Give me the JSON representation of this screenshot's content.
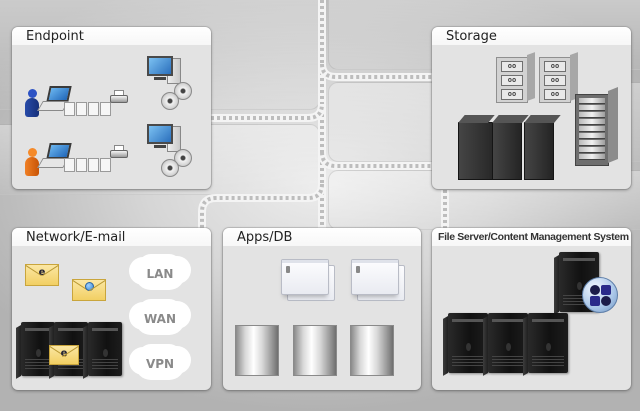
{
  "diagram": {
    "type": "architecture-overview",
    "panels": [
      {
        "id": "endpoint",
        "title": "Endpoint",
        "icons": [
          "user-blue-icon",
          "laptop-icon",
          "document-icon",
          "document-icon",
          "document-icon",
          "document-icon",
          "printer-icon",
          "user-orange-icon",
          "laptop-icon",
          "document-icon",
          "document-icon",
          "document-icon",
          "document-icon",
          "printer-icon",
          "desktop-computer-icon",
          "optical-disc-icon",
          "optical-disc-icon",
          "desktop-computer-icon",
          "optical-disc-icon",
          "optical-disc-icon"
        ]
      },
      {
        "id": "storage",
        "title": "Storage",
        "icons": [
          "disk-array-icon",
          "disk-array-icon",
          "rack-storage-icon",
          "server-tower-icon",
          "server-tower-icon",
          "server-tower-icon"
        ]
      },
      {
        "id": "network-email",
        "title": "Network/E-mail",
        "icons": [
          "email-envelope-icon",
          "email-envelope-icon",
          "server-tower-icon",
          "server-tower-icon",
          "server-tower-icon",
          "email-envelope-icon"
        ],
        "clouds": [
          "LAN",
          "WAN",
          "VPN"
        ],
        "envelope_mark": "e"
      },
      {
        "id": "apps-db",
        "title": "Apps/DB",
        "icons": [
          "application-window-icon",
          "application-window-icon",
          "database-cylinder-icon",
          "database-cylinder-icon",
          "database-cylinder-icon"
        ]
      },
      {
        "id": "file-server-cms",
        "title": "File Server/Content Management System",
        "icons": [
          "server-tower-icon",
          "cms-badge-icon",
          "server-tower-icon",
          "server-tower-icon",
          "server-tower-icon"
        ]
      }
    ],
    "connections": [
      {
        "from": "endpoint",
        "to": "backbone"
      },
      {
        "from": "storage",
        "to": "backbone"
      },
      {
        "from": "network-email",
        "to": "backbone"
      },
      {
        "from": "apps-db",
        "to": "backbone"
      },
      {
        "from": "file-server-cms",
        "to": "backbone"
      }
    ],
    "colors": {
      "panel_body": "#e3e3e3",
      "panel_header": "#ffffff",
      "connector": "#f4f4f4",
      "connector_dash": "#bdbdbd",
      "user_primary": "#1f3f9e",
      "user_secondary": "#e86a10",
      "envelope": "#f2cf63"
    }
  }
}
